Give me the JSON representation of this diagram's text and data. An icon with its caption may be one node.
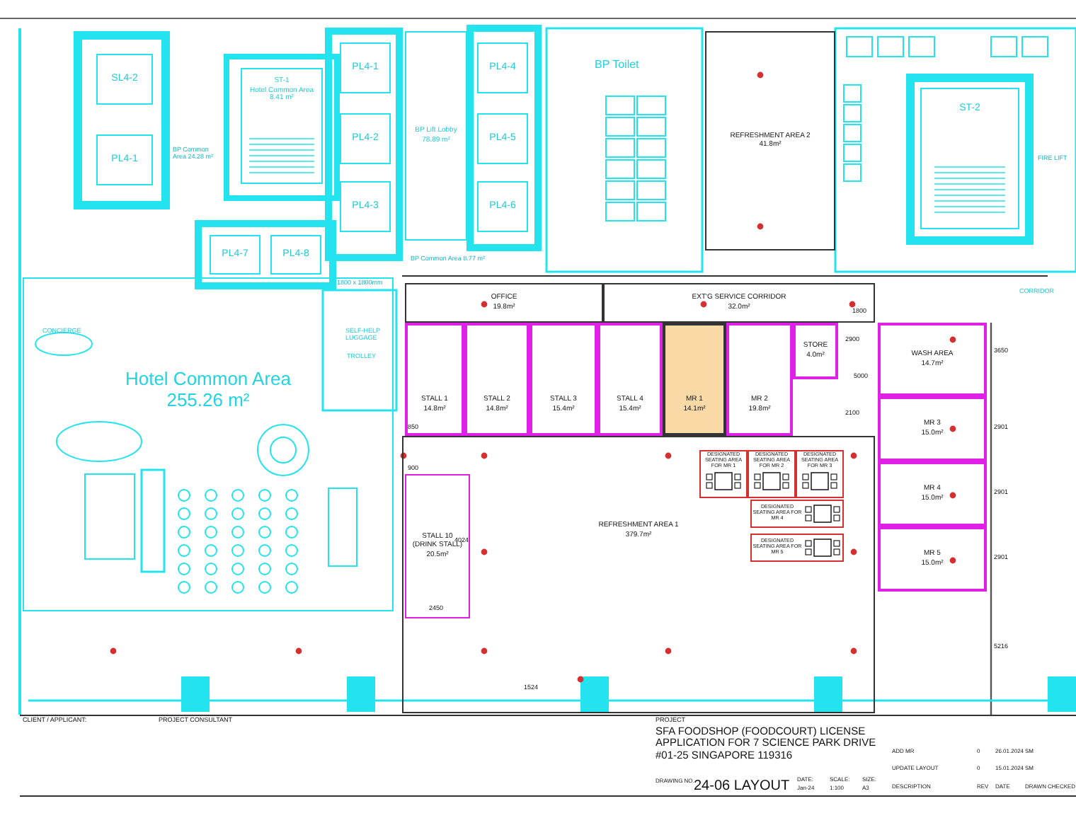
{
  "diagram": {
    "nodes": [
      {
        "text": [
          "SL4-2"
        ]
      },
      {
        "text": [
          "PL4-1"
        ]
      },
      {
        "text": [
          "ST-1",
          "Hotel Common Area 8.41 m²"
        ]
      },
      {
        "text": [
          "PL4-1"
        ]
      },
      {
        "text": [
          "PL4-2"
        ]
      },
      {
        "text": [
          "PL4-3"
        ]
      },
      {
        "text": [
          "PL4-7"
        ]
      },
      {
        "text": [
          "PL4-8"
        ]
      },
      {
        "text": [
          "BP Lift Lobby",
          "78.89 m²"
        ]
      },
      {
        "text": [
          "PL4-4"
        ]
      },
      {
        "text": [
          "PL4-5"
        ]
      },
      {
        "text": [
          "PL4-6"
        ]
      },
      {
        "text": [
          "REFRESHMENT AREA 2",
          "41.8m²"
        ]
      },
      {
        "text": [
          "ST-2"
        ]
      },
      {
        "text": [
          "Hotel Common Area",
          "255.26 m²"
        ]
      },
      {
        "text": [
          "OFFICE",
          "19.8m²"
        ]
      },
      {
        "text": [
          "EXT'G SERVICE CORRIDOR",
          "32.0m²"
        ]
      },
      {
        "text": [
          "STALL 1",
          "14.8m²"
        ]
      },
      {
        "text": [
          "STALL 2",
          "14.8m²"
        ]
      },
      {
        "text": [
          "STALL 3",
          "15.4m²"
        ]
      },
      {
        "text": [
          "STALL 4",
          "15.4m²"
        ]
      },
      {
        "text": [
          "MR 1",
          "14.1m²"
        ]
      },
      {
        "text": [
          "MR 2",
          "19.8m²"
        ]
      },
      {
        "text": [
          "STORE",
          "4.0m²"
        ]
      },
      {
        "text": [
          "WASH AREA",
          "14.7m²"
        ]
      },
      {
        "text": [
          "MR 3",
          "15.0m²"
        ]
      },
      {
        "text": [
          "MR 4",
          "15.0m²"
        ]
      },
      {
        "text": [
          "MR 5",
          "15.0m²"
        ]
      },
      {
        "text": [
          "REFRESHMENT AREA 1",
          "379.7m²"
        ]
      },
      {
        "text": [
          "STALL 10",
          "(DRINK STALL)",
          "20.5m²"
        ],
        "in": 28
      },
      {
        "text": [
          "DESIGNATED SEATING AREA FOR MR 1"
        ],
        "in": 28
      },
      {
        "text": [
          "DESIGNATED SEATING AREA FOR MR 2"
        ],
        "in": 28
      },
      {
        "text": [
          "DESIGNATED SEATING AREA FOR MR 3"
        ],
        "in": 28
      },
      {
        "text": [
          "DESIGNATED SEATING AREA FOR MR 4"
        ],
        "in": 28
      },
      {
        "text": [
          "DESIGNATED SEATING AREA FOR MR 5"
        ],
        "in": 28
      }
    ],
    "labels": [
      "BP Common Area 24.28 m²",
      "BP Common Area 8.77 m²",
      "BP Toilet",
      "CONCIERGE",
      "SELF-HELP LUGGAGE",
      "TROLLEY",
      "1800 x 1800mm",
      "FIRE LIFT",
      "CORRIDOR",
      "850",
      "900",
      "2450",
      "4024",
      "2900",
      "1800",
      "5000",
      "2100",
      "3650",
      "2901",
      "2901",
      "2901",
      "5216",
      "1524",
      "CLIENT / APPLICANT:",
      "PROJECT CONSULTANT",
      "PROJECT",
      "SFA FOODSHOP (FOODCOURT) LICENSE APPLICATION FOR 7 SCIENCE PARK DRIVE #01-25 SINGAPORE 119316",
      "DRAWING NO.",
      "24-06 LAYOUT",
      "DATE:",
      "Jan-24",
      "SCALE:",
      "1:100",
      "SIZE:",
      "A3",
      "ADD MR",
      "0",
      "26.01.2024",
      "SM",
      "UPDATE LAYOUT",
      "0",
      "15.01.2024",
      "SM",
      "DESCRIPTION",
      "REV",
      "DATE",
      "DRAWN",
      "CHECKED"
    ]
  }
}
